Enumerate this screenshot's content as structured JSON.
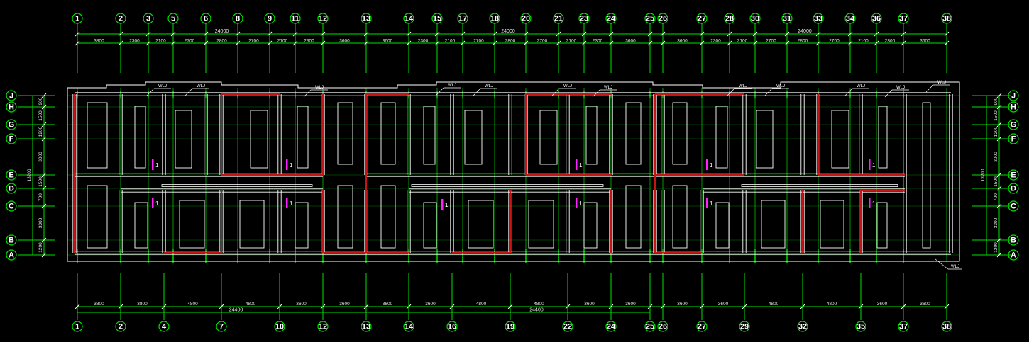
{
  "drawing": {
    "grid_top": [
      "1",
      "2",
      "3",
      "5",
      "6",
      "8",
      "9",
      "11",
      "12",
      "13",
      "14",
      "15",
      "17",
      "18",
      "20",
      "21",
      "23",
      "24",
      "25",
      "26",
      "27",
      "28",
      "30",
      "31",
      "33",
      "34",
      "36",
      "37",
      "38"
    ],
    "grid_bottom": [
      "1",
      "2",
      "4",
      "7",
      "10",
      "12",
      "13",
      "14",
      "16",
      "19",
      "22",
      "24",
      "25",
      "26",
      "27",
      "29",
      "32",
      "35",
      "37",
      "38"
    ],
    "grid_rows_top_to_bottom": [
      "J",
      "H",
      "G",
      "F",
      "E",
      "D",
      "C",
      "B",
      "A"
    ],
    "top_dims_span": [
      "3800",
      "2300",
      "2100",
      "2700",
      "2800",
      "2700",
      "2100",
      "2300",
      "3600",
      "3600",
      "2300",
      "2100",
      "2700",
      "2800",
      "2700",
      "2100",
      "2300",
      "3600",
      "3600",
      "2300",
      "2100",
      "2700",
      "2800",
      "2700",
      "2100",
      "2300",
      "3600"
    ],
    "top_totals": [
      "24000",
      "24000",
      "24000"
    ],
    "bottom_dims_span": [
      "3800",
      "3800",
      "4800",
      "4800",
      "3600",
      "3600",
      "3600",
      "3600",
      "4800",
      "4800",
      "3600",
      "3600",
      "3600",
      "3600",
      "4800",
      "4800",
      "3600",
      "3600"
    ],
    "bottom_totals": [
      "24400",
      "24400"
    ],
    "side_dims_upper": [
      "900",
      "1500",
      "1200",
      "3000"
    ],
    "side_dims_lower": [
      "1500",
      "700",
      "3300",
      "1200"
    ],
    "side_total": "13200",
    "wall_label": "WLJ",
    "section_mark": "1",
    "colors": {
      "grid": "#00e000",
      "walls": "#ffffff",
      "red_walls": "#c81414",
      "dimension": "#ffffff",
      "magenta_mark": "#ff20ff",
      "background": "#000000"
    }
  }
}
